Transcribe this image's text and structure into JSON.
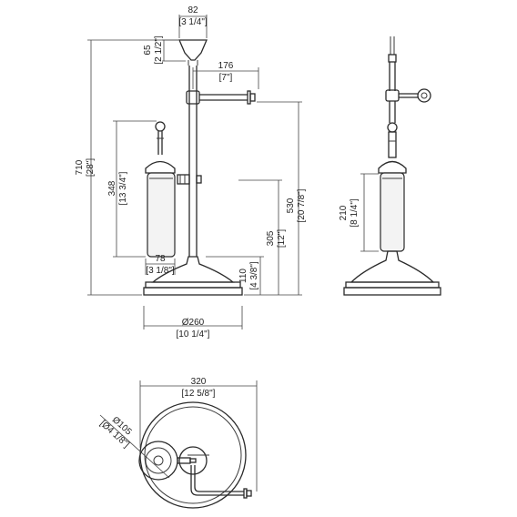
{
  "front_view": {
    "top_width": {
      "mm": "82",
      "in": "[3 1/4\"]"
    },
    "top_height": {
      "mm": "65",
      "in": "[2 1/2\"]"
    },
    "arm_length": {
      "mm": "176",
      "in": "[7\"]"
    },
    "total_height": {
      "mm": "710",
      "in": "[28\"]"
    },
    "brush_holder_height": {
      "mm": "348",
      "in": "[13 3/4\"]"
    },
    "brush_holder_width": {
      "mm": "78",
      "in": "[3 1/8\"]"
    },
    "arm_height": {
      "mm": "530",
      "in": "[20 7/8\"]"
    },
    "holder_mount_height": {
      "mm": "305",
      "in": "[12\"]"
    },
    "base_height": {
      "mm": "110",
      "in": "[4 3/8\"]"
    },
    "base_diameter": {
      "mm": "Ø260",
      "in": "[10 1/4\"]"
    }
  },
  "side_view": {
    "glass_height": {
      "mm": "210",
      "in": "[8 1/4\"]"
    }
  },
  "top_view": {
    "overall_width": {
      "mm": "320",
      "in": "[12 5/8\"]"
    },
    "holder_diameter": {
      "mm": "Ø105",
      "in": "[Ø4 1/8\"]"
    }
  }
}
